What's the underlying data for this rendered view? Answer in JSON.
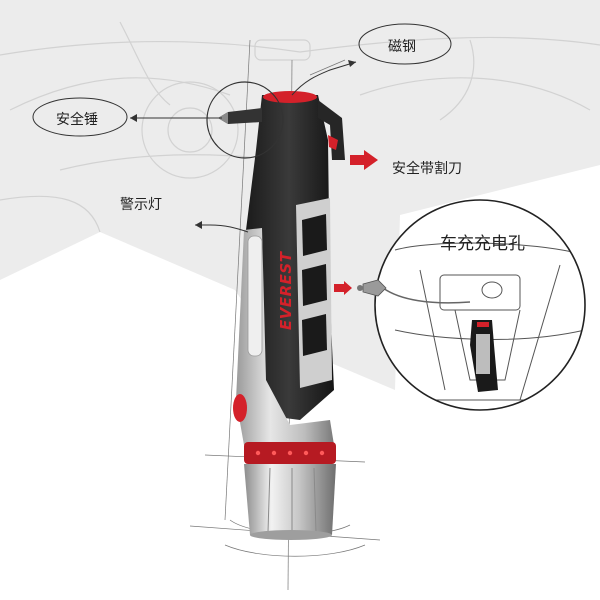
{
  "callouts": {
    "magnet": "磁钢",
    "hammer": "安全锤",
    "belt_cutter": "安全带割刀",
    "warning_light": "警示灯",
    "car_charger": "车充充电孔"
  },
  "product": {
    "brand": "EVEREST"
  },
  "colors": {
    "accent_red": "#d4212a",
    "body_dark": "#2b2b2b",
    "body_grey": "#bfbfbf",
    "background_sketch": "#e9e9e9"
  }
}
